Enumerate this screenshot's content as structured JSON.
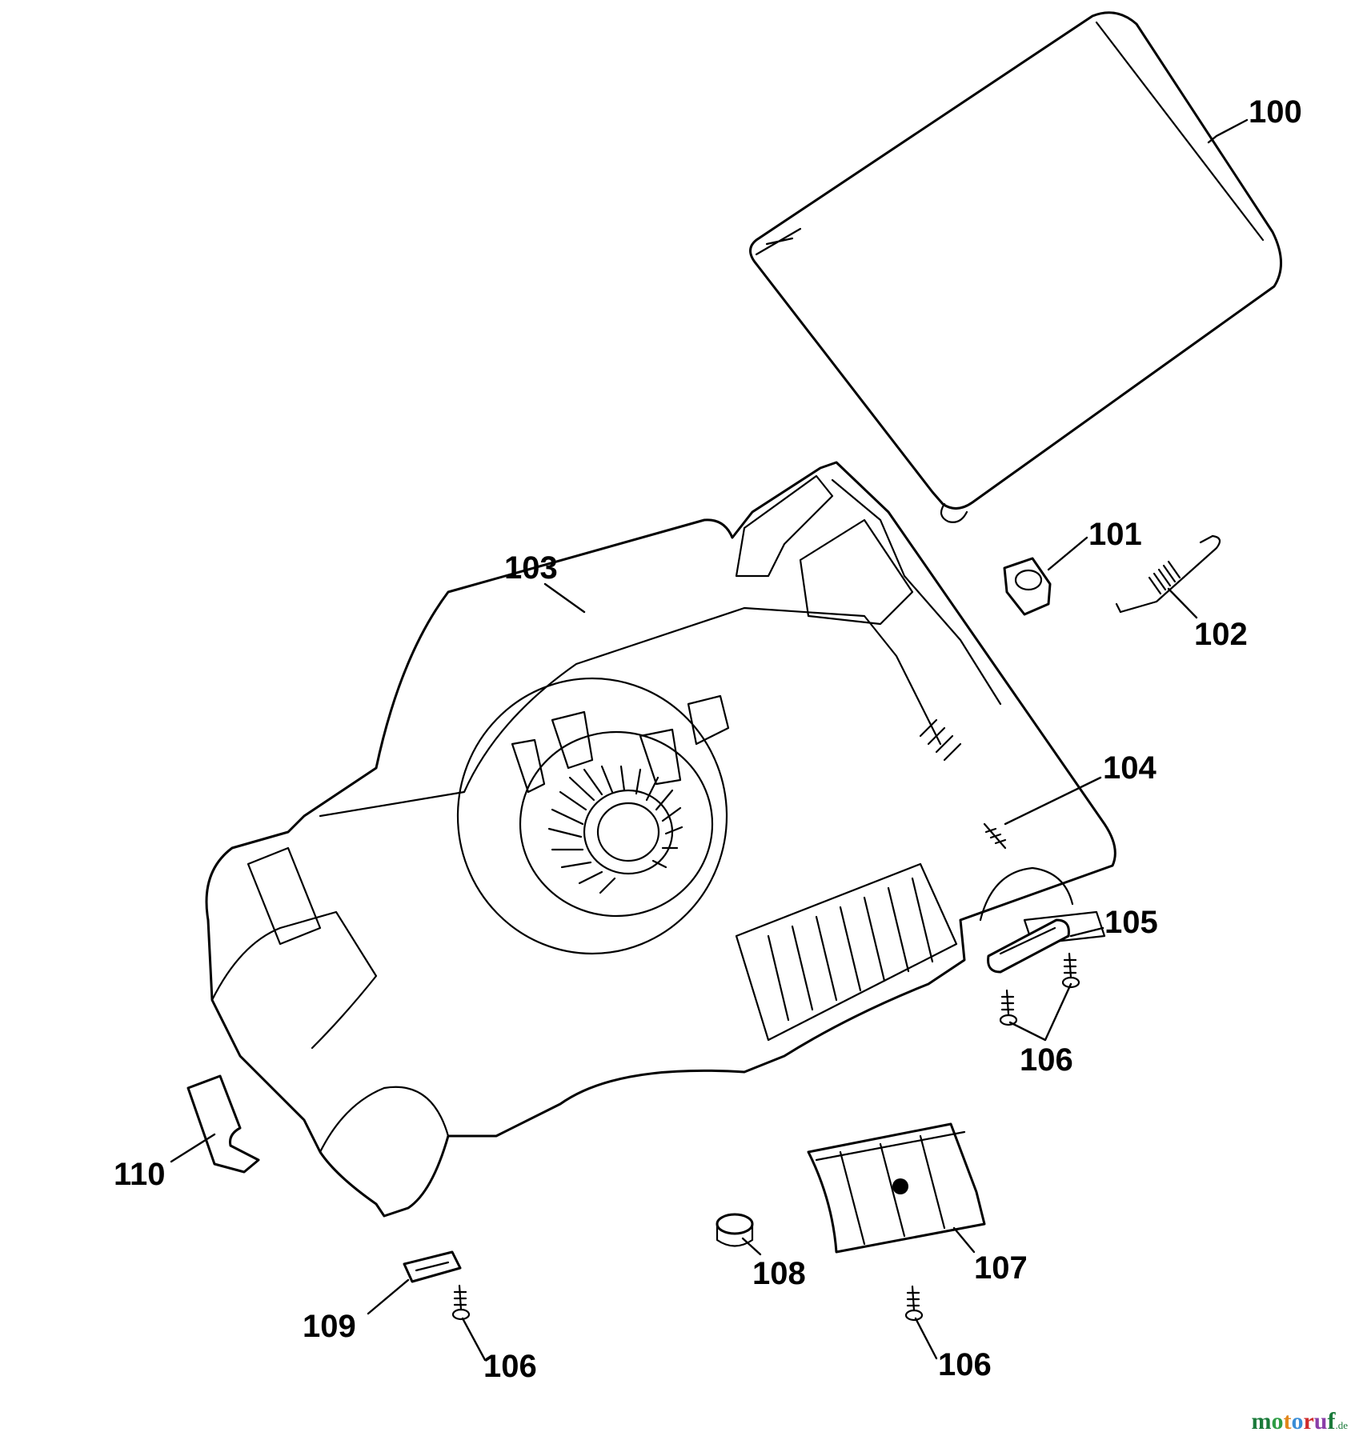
{
  "callouts": [
    {
      "id": "c100",
      "label": "100"
    },
    {
      "id": "c101",
      "label": "101"
    },
    {
      "id": "c102",
      "label": "102"
    },
    {
      "id": "c103",
      "label": "103"
    },
    {
      "id": "c104",
      "label": "104"
    },
    {
      "id": "c105",
      "label": "105"
    },
    {
      "id": "c106a",
      "label": "106"
    },
    {
      "id": "c106b",
      "label": "106"
    },
    {
      "id": "c106c",
      "label": "106"
    },
    {
      "id": "c107",
      "label": "107"
    },
    {
      "id": "c108",
      "label": "108"
    },
    {
      "id": "c109",
      "label": "109"
    },
    {
      "id": "c110",
      "label": "110"
    }
  ],
  "watermark": {
    "letters": [
      "m",
      "o",
      "t",
      "o",
      "r",
      "u",
      "f"
    ],
    "letter_colors": [
      "#1a7a3a",
      "#2e9d44",
      "#e2871b",
      "#3a8dd6",
      "#cf2b2b",
      "#8a3ea8",
      "#1a7a3a"
    ],
    "suffix": ".de"
  }
}
